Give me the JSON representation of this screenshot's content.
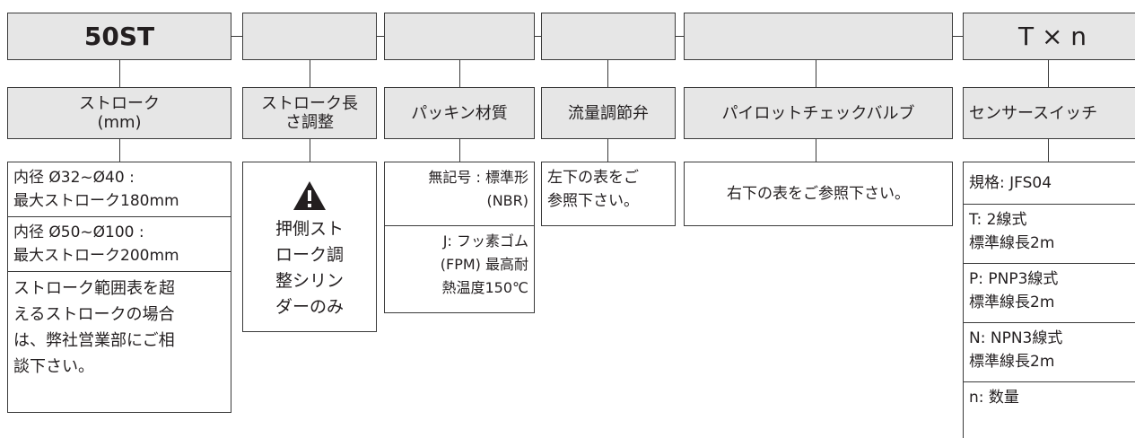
{
  "codes": {
    "col1": "50ST",
    "col2": "",
    "col3": "",
    "col4": "",
    "col5": "",
    "col6": "T × n"
  },
  "headers": {
    "stroke": "ストローク\n(mm)",
    "stroke_adjust": "ストローク長\nさ調整",
    "packing": "パッキン材質",
    "flow_valve": "流量調節弁",
    "pilot_check": "パイロットチェックバルブ",
    "sensor": "センサースイッチ"
  },
  "stroke_options": [
    "内径 Ø32~Ø40 :\n最大ストローク180mm",
    "内径 Ø50~Ø100 :\n最大ストローク200mm",
    "ストローク範囲表を超\nえるストロークの場合\nは、弊社営業部にご相\n談下さい。"
  ],
  "stroke_adjust_note": "押側スト\nローク調\n整シリン\nダーのみ",
  "packing_options": [
    "無記号 : 標準形\n(NBR)",
    "J: フッ素ゴム\n(FPM) 最高耐\n熱温度150℃"
  ],
  "flow_valve_note": "左下の表をご\n参照下さい。",
  "pilot_check_note": "右下の表をご参照下さい。",
  "sensor_options": [
    "規格: JFS04",
    "T: 2線式\n標準線長2m",
    "P: PNP3線式\n標準線長2m",
    "N: NPN3線式\n標準線長2m",
    "n: 数量"
  ],
  "icons": {
    "warning": "warning-triangle-icon"
  },
  "colors": {
    "header_fill": "#e6e6e6",
    "border": "#3a3a3a",
    "text": "#231f20"
  }
}
